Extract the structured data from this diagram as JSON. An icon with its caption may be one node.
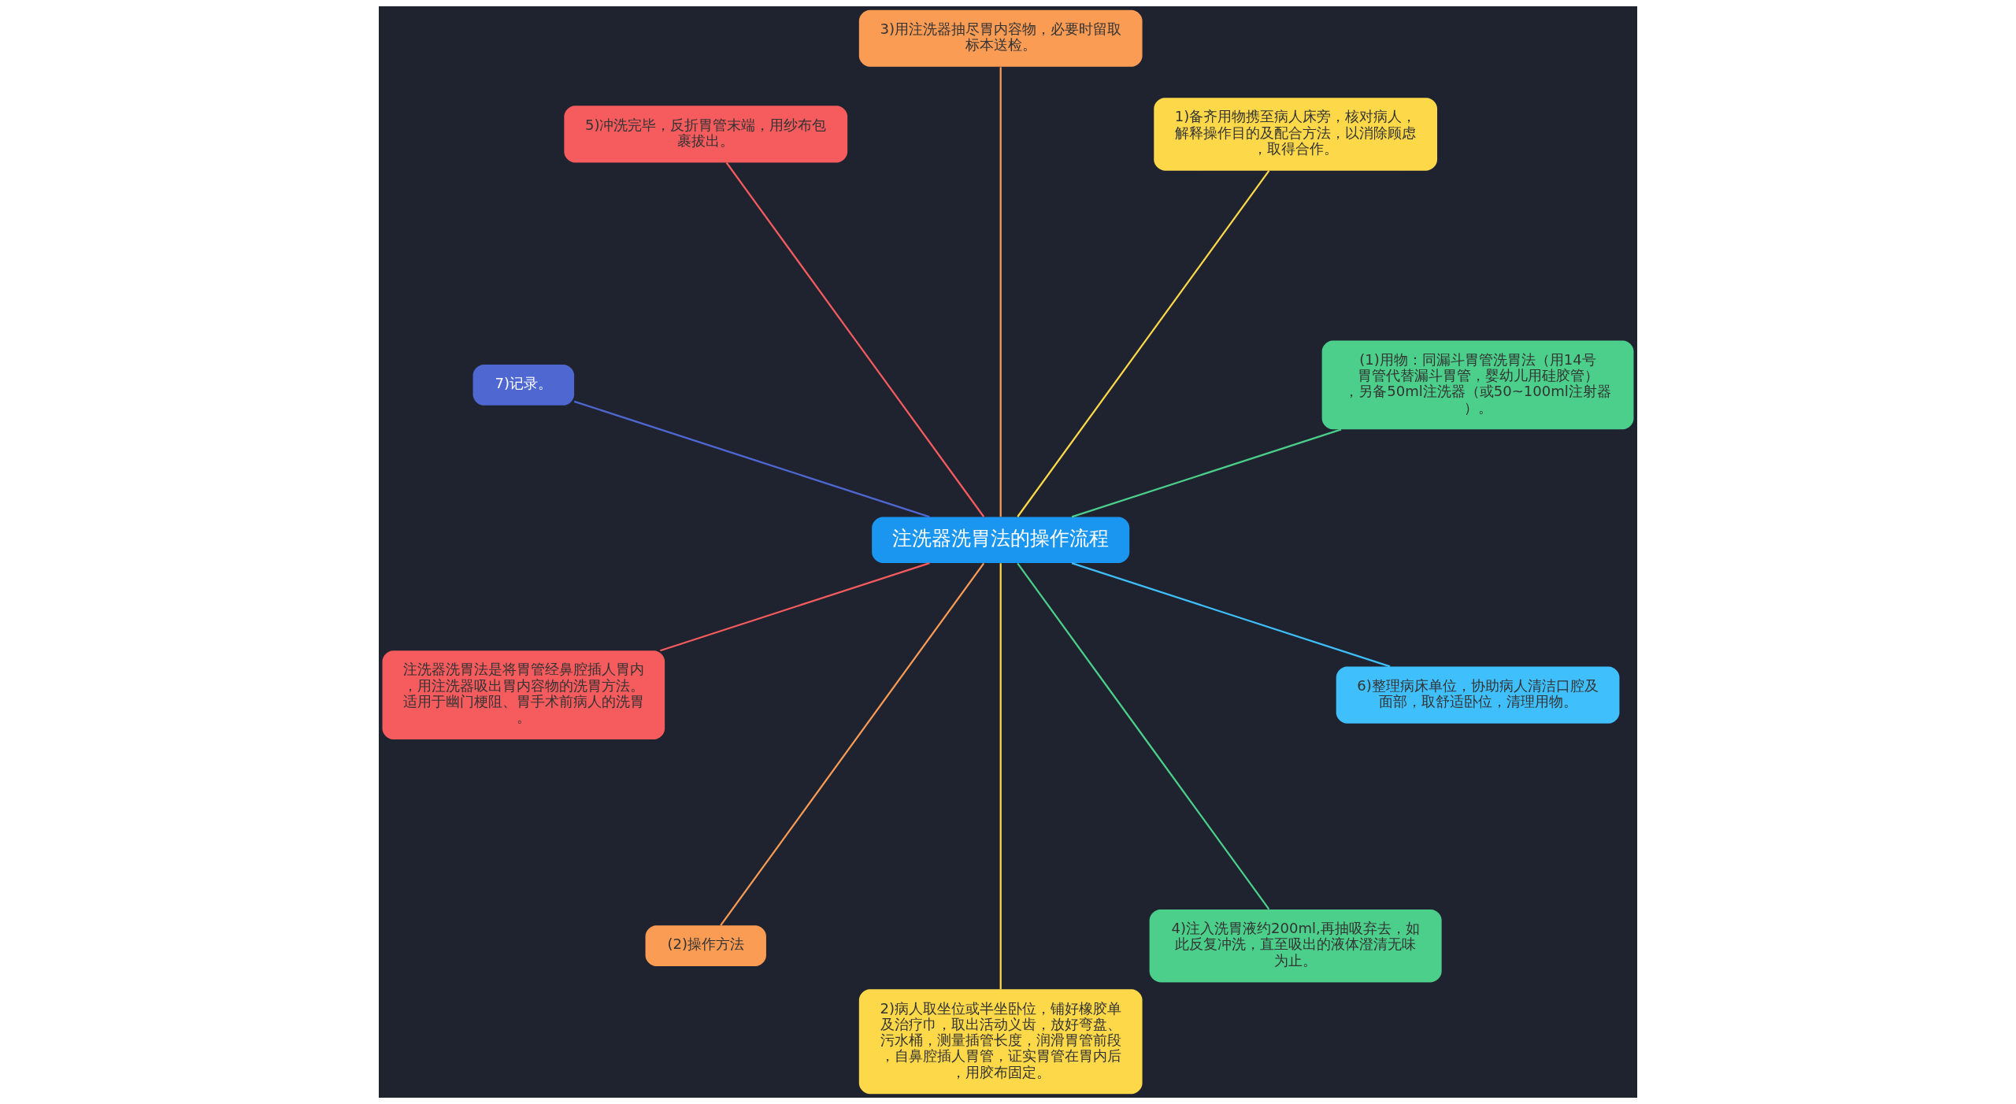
{
  "diagram": {
    "nodes": [
      {
        "text": [
          "注洗器洗胃法的操作流程"
        ]
      },
      {
        "text": [
          "(1)用物：同漏斗胃管洗胃法（用14号胃管代替漏斗胃管，婴幼儿用硅胶管），另备50ml注洗器（或50~100ml注射器）。"
        ]
      },
      {
        "text": [
          "1)备齐用物携至病人床旁，核对病人，解释操作目的及配合方法，以消除顾虑，取得合作。"
        ]
      },
      {
        "text": [
          "3)用注洗器抽尽胃内容物，必要时留取标本送检。"
        ]
      },
      {
        "text": [
          "5)冲洗完毕，反折胃管末端，用纱布包裹拔出。"
        ]
      },
      {
        "text": [
          "7)记录。"
        ]
      },
      {
        "text": [
          "注洗器洗胃法是将胃管经鼻腔插人胃内，用注洗器吸出胃内容物的洗胃方法。适用于幽门梗阻、胃手术前病人的洗胃。"
        ]
      },
      {
        "text": [
          "(2)操作方法"
        ]
      },
      {
        "text": [
          "2)病人取坐位或半坐卧位，铺好橡胶单及治疗巾，取出活动义齿，放好弯盘、污水桶，测量插管长度，润滑胃管前段，自鼻腔插人胃管，证实胃管在胃内后，用胶布固定。"
        ]
      },
      {
        "text": [
          "4)注入洗胃液约200ml,再抽吸弃去，如此反复冲洗，直至吸出的液体澄清无味为止。"
        ]
      },
      {
        "text": [
          "6)整理病床单位，协助病人清洁口腔及面部，取舒适卧位，清理用物。"
        ]
      }
    ],
    "edges": [
      {
        "from": 0,
        "to": 1,
        "arrow": "none",
        "color": "#4ccf8a"
      },
      {
        "from": 0,
        "to": 2,
        "arrow": "none",
        "color": "#fdd94a"
      },
      {
        "from": 0,
        "to": 3,
        "arrow": "none",
        "color": "#fb9c55"
      },
      {
        "from": 0,
        "to": 4,
        "arrow": "none",
        "color": "#f65b5e"
      },
      {
        "from": 0,
        "to": 5,
        "arrow": "none",
        "color": "#4f67d1"
      },
      {
        "from": 0,
        "to": 6,
        "arrow": "none",
        "color": "#f65b5e"
      },
      {
        "from": 0,
        "to": 7,
        "arrow": "none",
        "color": "#fb9c55"
      },
      {
        "from": 0,
        "to": 8,
        "arrow": "none",
        "color": "#fdd94a"
      },
      {
        "from": 0,
        "to": 9,
        "arrow": "none",
        "color": "#4ccf8a"
      },
      {
        "from": 0,
        "to": 10,
        "arrow": "none",
        "color": "#3fbffb"
      }
    ]
  }
}
